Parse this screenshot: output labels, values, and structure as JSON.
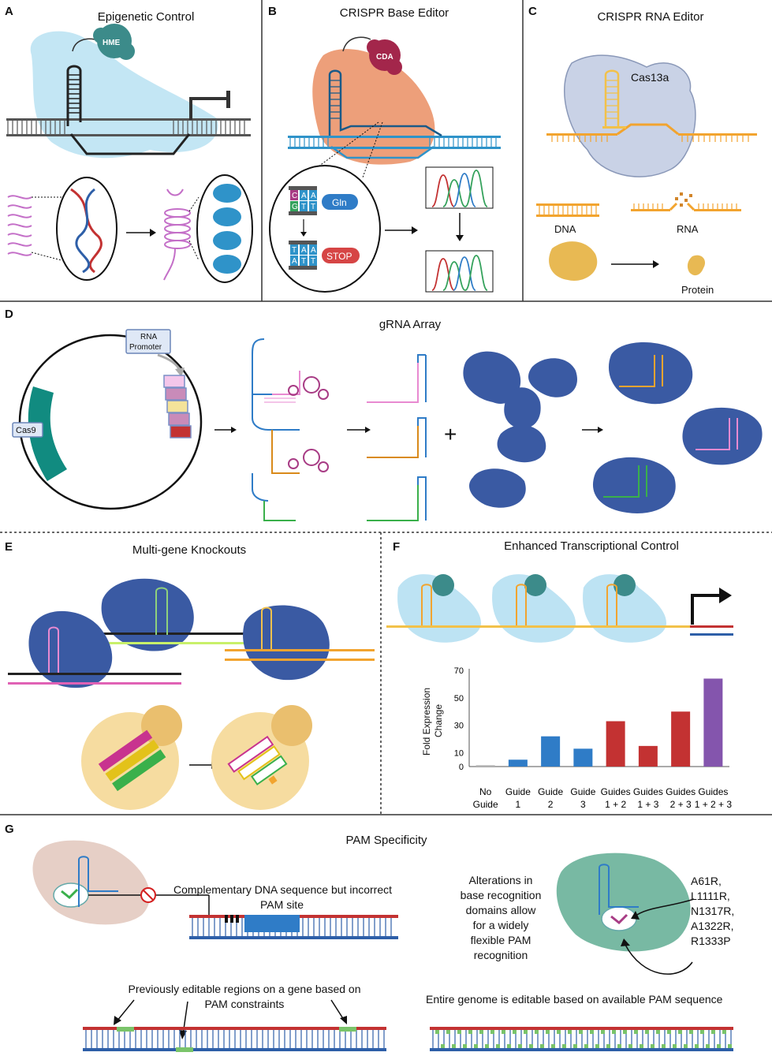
{
  "panels": {
    "A": {
      "letter": "A",
      "title": "Epigenetic Control",
      "enzyme": "HME"
    },
    "B": {
      "letter": "B",
      "title": "CRISPR Base Editor",
      "enzyme": "CDA",
      "codon_before": [
        "C",
        "A",
        "A",
        "G",
        "T",
        "T"
      ],
      "codon_after": [
        "T",
        "A",
        "A",
        "A",
        "T",
        "T"
      ],
      "gln": "Gln",
      "stop": "STOP"
    },
    "C": {
      "letter": "C",
      "title": "CRISPR RNA Editor",
      "cas": "Cas13a",
      "dna": "DNA",
      "rna": "RNA",
      "protein": "Protein"
    },
    "D": {
      "letter": "D",
      "title": "gRNA Array",
      "promoter_line1": "RNA",
      "promoter_line2": "Promoter",
      "cas9": "Cas9",
      "plus": "+"
    },
    "E": {
      "letter": "E",
      "title": "Multi-gene Knockouts"
    },
    "F": {
      "letter": "F",
      "title": "Enhanced Transcriptional Control"
    },
    "G": {
      "letter": "G",
      "title": "PAM Specificity",
      "incorrect_pam_line1": "Complementary DNA sequence but incorrect",
      "incorrect_pam_line2": "PAM site",
      "alterations": [
        "Alterations in",
        "base recognition",
        "domains allow",
        "for a widely",
        "flexible PAM",
        "recognition"
      ],
      "mutations": [
        "A61R,",
        "L1111R,",
        "N1317R,",
        "A1322R,",
        "R1333P"
      ],
      "previous_line1": "Previously editable regions on a gene based on",
      "previous_line2": "PAM constraints",
      "entire": "Entire genome is editable based on available PAM sequence"
    }
  },
  "chart_data": {
    "type": "bar",
    "ylabel": "Fold Expression Change",
    "yticks": [
      0,
      10,
      30,
      50,
      70
    ],
    "ylim": [
      0,
      70
    ],
    "categories": [
      [
        "No",
        "Guide"
      ],
      [
        "Guide",
        "1"
      ],
      [
        "Guide",
        "2"
      ],
      [
        "Guide",
        "3"
      ],
      [
        "Guides",
        "1 + 2"
      ],
      [
        "Guides",
        "1 + 3"
      ],
      [
        "Guides",
        "2 + 3"
      ],
      [
        "Guides",
        "1 + 2 + 3"
      ]
    ],
    "values": [
      1,
      5,
      22,
      13,
      33,
      15,
      40,
      64
    ],
    "colors": [
      "#b5b5b5",
      "#2f7cc7",
      "#2f7cc7",
      "#2f7cc7",
      "#c33232",
      "#c33232",
      "#c33232",
      "#8455ad"
    ]
  }
}
